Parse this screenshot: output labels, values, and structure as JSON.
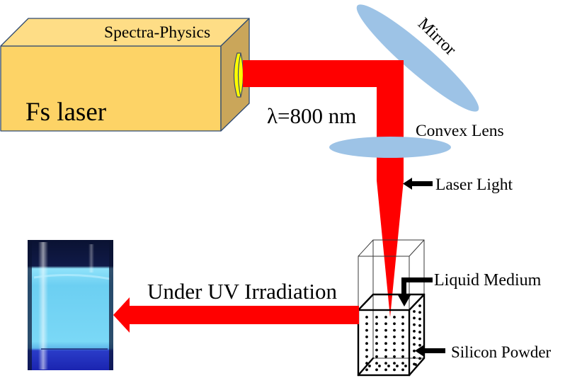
{
  "labels": {
    "laser_brand": "Spectra-Physics",
    "laser_name": "Fs laser",
    "wavelength": "λ=800 nm",
    "mirror": "Mirror",
    "convex_lens": "Convex Lens",
    "laser_light": "Laser Light",
    "liquid_medium": "Liquid Medium",
    "silicon_powder": "Silicon Powder",
    "uv_irradiation": "Under UV Irradiation"
  },
  "colors": {
    "laser_front": "#fdd366",
    "laser_top": "#fedd86",
    "laser_side": "#caa65a",
    "aperture": "#ffff00",
    "beam": "#ff0000",
    "optics": "#9dc3e6",
    "arrow": "#000000",
    "photo_liquid": "#78d6f4"
  }
}
